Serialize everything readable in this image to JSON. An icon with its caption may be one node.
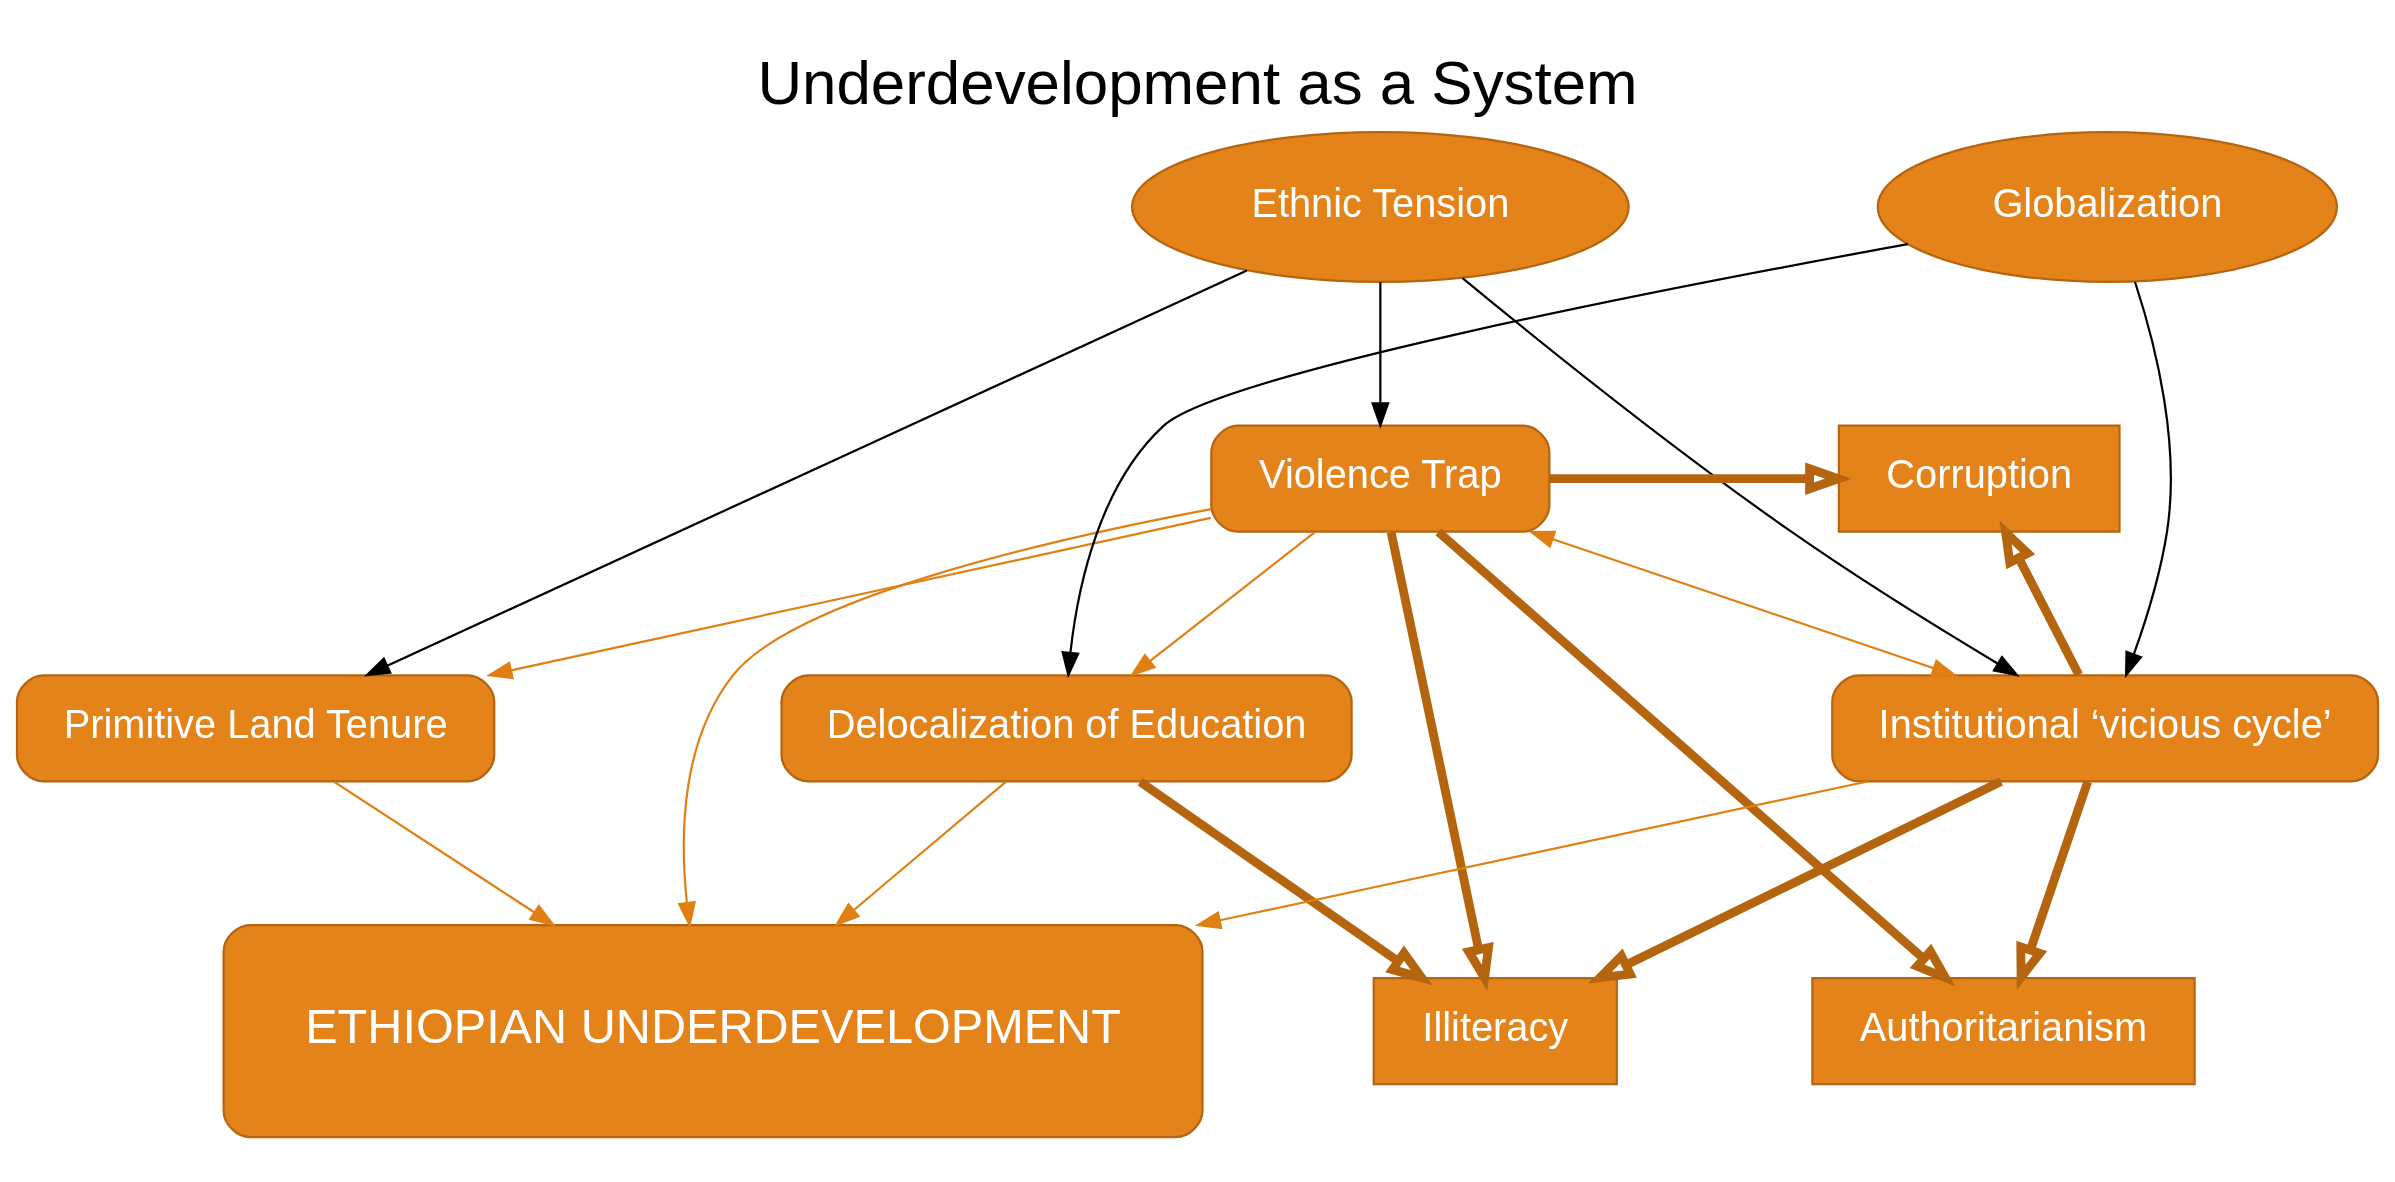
{
  "diagram": {
    "title": "Underdevelopment as a System",
    "nodes": [
      {
        "text": [
          "Ethnic Tension"
        ]
      },
      {
        "text": [
          "Violence Trap"
        ]
      },
      {
        "text": [
          "Corruption"
        ]
      },
      {
        "text": [
          "Globalization"
        ]
      },
      {
        "text": [
          "Primitive Land Tenure"
        ]
      },
      {
        "text": [
          "ETHIOPIAN UNDERDEVELOPMENT"
        ]
      },
      {
        "text": [
          "Delocalization of Education"
        ]
      },
      {
        "text": [
          "Authoritarianism"
        ]
      },
      {
        "text": [
          "Illiteracy"
        ]
      },
      {
        "text": [
          "Institutional ‘vicious cycle’"
        ]
      }
    ],
    "edges": [
      {
        "from": 0,
        "to": 1,
        "arrow": "to",
        "color": "#000000"
      },
      {
        "from": 0,
        "to": 4,
        "arrow": "to",
        "color": "#000000"
      },
      {
        "from": 0,
        "to": 9,
        "arrow": "to",
        "color": "#000000"
      },
      {
        "from": 3,
        "to": 6,
        "arrow": "to",
        "color": "#000000"
      },
      {
        "from": 3,
        "to": 9,
        "arrow": "to",
        "color": "#000000"
      },
      {
        "from": 1,
        "to": 4,
        "arrow": "to",
        "color": "#e07f12"
      },
      {
        "from": 1,
        "to": 5,
        "arrow": "to",
        "color": "#e07f12"
      },
      {
        "from": 1,
        "to": 6,
        "arrow": "to",
        "color": "#e07f12"
      },
      {
        "from": 6,
        "to": 5,
        "arrow": "to",
        "color": "#e07f12"
      },
      {
        "from": 4,
        "to": 5,
        "arrow": "to",
        "color": "#e07f12"
      },
      {
        "from": 9,
        "to": 5,
        "arrow": "to",
        "color": "#e07f12"
      },
      {
        "from": 1,
        "to": 9,
        "arrow": "both",
        "color": "#e07f12"
      },
      {
        "from": 1,
        "to": 2,
        "arrow": "to",
        "style": "thick",
        "color": "#b5650f"
      },
      {
        "from": 9,
        "to": 2,
        "arrow": "to",
        "style": "thick",
        "color": "#b5650f"
      },
      {
        "from": 1,
        "to": 7,
        "arrow": "to",
        "style": "thick",
        "color": "#b5650f"
      },
      {
        "from": 1,
        "to": 8,
        "arrow": "to",
        "style": "thick",
        "color": "#b5650f"
      },
      {
        "from": 6,
        "to": 8,
        "arrow": "to",
        "style": "thick",
        "color": "#b5650f"
      },
      {
        "from": 9,
        "to": 8,
        "arrow": "to",
        "style": "thick",
        "color": "#b5650f"
      },
      {
        "from": 9,
        "to": 7,
        "arrow": "to",
        "style": "thick",
        "color": "#b5650f"
      }
    ]
  }
}
